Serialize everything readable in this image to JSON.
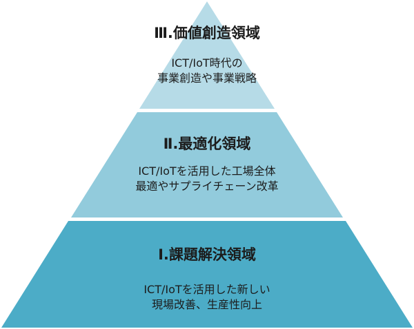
{
  "tiers": [
    {
      "title": "Ⅲ.価値創造領域",
      "lines": [
        "ICT/IoT時代の",
        "事業創造や事業戦略"
      ],
      "color": "#b6dbe7"
    },
    {
      "title": "Ⅱ.最適化領域",
      "lines": [
        "ICT/IoTを活用した工場全体",
        "最適やサプライチェーン改革"
      ],
      "color": "#92cbdc"
    },
    {
      "title": "Ⅰ.課題解決領域",
      "lines": [
        "ICT/IoTを活用した新しい",
        "現場改善、生産性向上"
      ],
      "color": "#4cacc7"
    }
  ]
}
